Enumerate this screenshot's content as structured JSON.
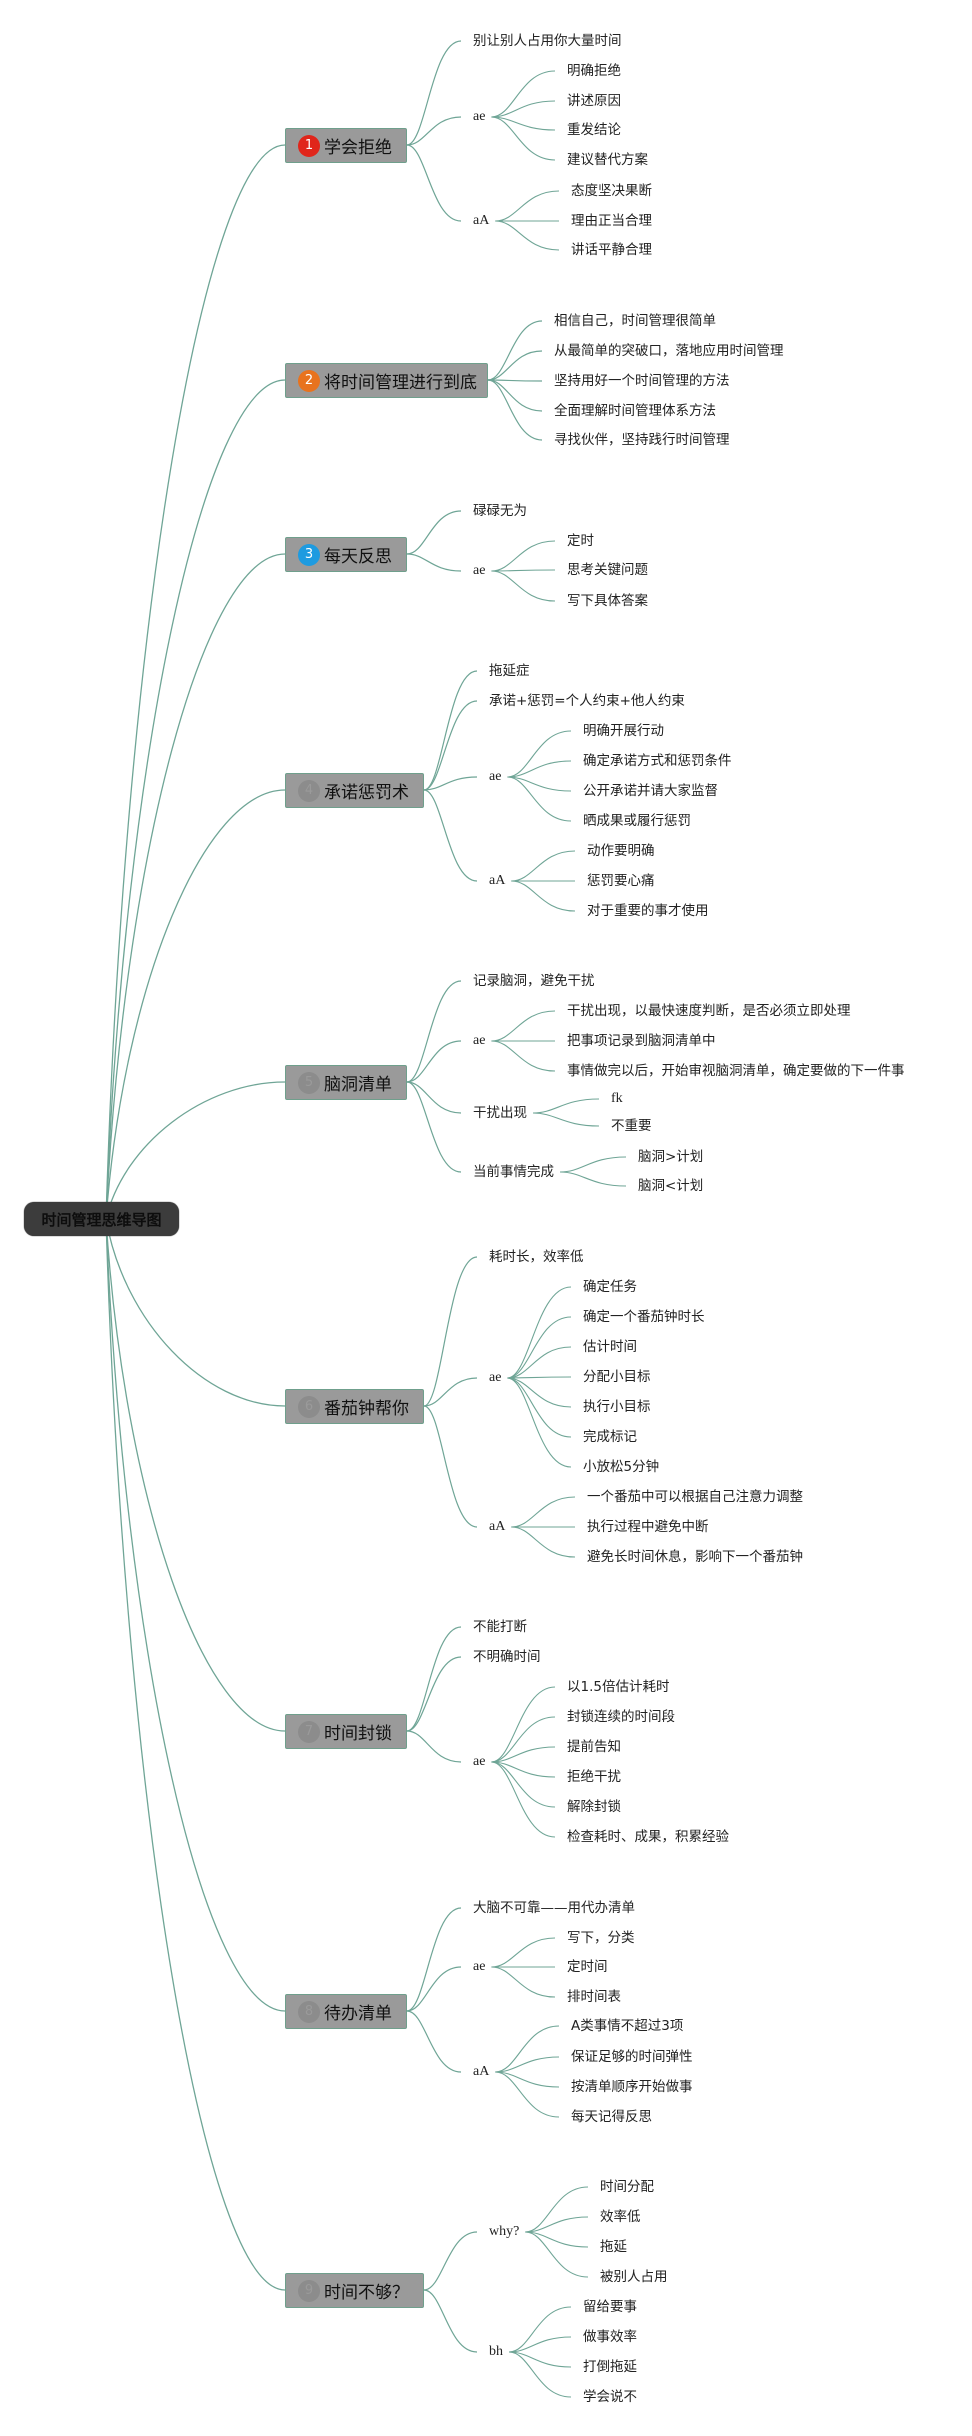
{
  "title": "时间管理思维导图",
  "colors": {
    "line": "#6fa596",
    "box": "#9a9a9a",
    "root": "#3c3c3c"
  },
  "branches": [
    {
      "num": "1",
      "label": "学会拒绝",
      "color": "#e0261b",
      "children": [
        {
          "label": "别让别人占用你大量时间"
        },
        {
          "label": "ae",
          "items": [
            "明确拒绝",
            "讲述原因",
            "重发结论",
            "建议替代方案"
          ]
        },
        {
          "label": "aA",
          "items": [
            "态度坚决果断",
            "理由正当合理",
            "讲话平静合理"
          ]
        }
      ]
    },
    {
      "num": "2",
      "label": "将时间管理进行到底",
      "color": "#e8731e",
      "children": [
        {
          "label": "相信自己，时间管理很简单"
        },
        {
          "label": "从最简单的突破口，落地应用时间管理"
        },
        {
          "label": "坚持用好一个时间管理的方法"
        },
        {
          "label": "全面理解时间管理体系方法"
        },
        {
          "label": "寻找伙伴，坚持践行时间管理"
        }
      ]
    },
    {
      "num": "3",
      "label": "每天反思",
      "color": "#1e9be0",
      "children": [
        {
          "label": "碌碌无为"
        },
        {
          "label": "ae",
          "items": [
            "定时",
            "思考关键问题",
            "写下具体答案"
          ]
        }
      ]
    },
    {
      "num": "4",
      "label": "承诺惩罚术",
      "color": "#8c8c8c",
      "children": [
        {
          "label": "拖延症"
        },
        {
          "label": "承诺+惩罚=个人约束+他人约束"
        },
        {
          "label": "ae",
          "items": [
            "明确开展行动",
            "确定承诺方式和惩罚条件",
            "公开承诺并请大家监督",
            "晒成果或履行惩罚"
          ]
        },
        {
          "label": "aA",
          "items": [
            "动作要明确",
            "惩罚要心痛",
            "对于重要的事才使用"
          ]
        }
      ]
    },
    {
      "num": "5",
      "label": "脑洞清单",
      "color": "#8c8c8c",
      "children": [
        {
          "label": "记录脑洞，避免干扰"
        },
        {
          "label": "ae",
          "items": [
            "干扰出现，以最快速度判断，是否必须立即处理",
            "把事项记录到脑洞清单中",
            "事情做完以后，开始审视脑洞清单，确定要做的下一件事"
          ]
        },
        {
          "label": "干扰出现",
          "items": [
            "fk",
            "不重要"
          ]
        },
        {
          "label": "当前事情完成",
          "items": [
            "脑洞>计划",
            "脑洞<计划"
          ]
        }
      ]
    },
    {
      "num": "6",
      "label": "番茄钟帮你",
      "color": "#8c8c8c",
      "children": [
        {
          "label": "耗时长，效率低"
        },
        {
          "label": "ae",
          "items": [
            "确定任务",
            "确定一个番茄钟时长",
            "估计时间",
            "分配小目标",
            "执行小目标",
            "完成标记",
            "小放松5分钟"
          ]
        },
        {
          "label": "aA",
          "items": [
            "一个番茄中可以根据自己注意力调整",
            "执行过程中避免中断",
            "避免长时间休息，影响下一个番茄钟"
          ]
        }
      ]
    },
    {
      "num": "7",
      "label": "时间封锁",
      "color": "#8c8c8c",
      "children": [
        {
          "label": "不能打断"
        },
        {
          "label": "不明确时间"
        },
        {
          "label": "ae",
          "items": [
            "以1.5倍估计耗时",
            "封锁连续的时间段",
            "提前告知",
            "拒绝干扰",
            "解除封锁",
            "检查耗时、成果，积累经验"
          ]
        }
      ]
    },
    {
      "num": "8",
      "label": "待办清单",
      "color": "#8c8c8c",
      "children": [
        {
          "label": "大脑不可靠——用代办清单"
        },
        {
          "label": "ae",
          "items": [
            "写下，分类",
            "定时间",
            "排时间表"
          ]
        },
        {
          "label": "aA",
          "items": [
            "A类事情不超过3项",
            "保证足够的时间弹性",
            "按清单顺序开始做事",
            "每天记得反思"
          ]
        }
      ]
    },
    {
      "num": "9",
      "label": "时间不够？",
      "color": "#8c8c8c",
      "children": [
        {
          "label": "why?",
          "items": [
            "时间分配",
            "效率低",
            "拖延",
            "被别人占用"
          ]
        },
        {
          "label": "bh",
          "items": [
            "留给要事",
            "做事效率",
            "打倒拖延",
            "学会说不"
          ]
        }
      ]
    }
  ]
}
